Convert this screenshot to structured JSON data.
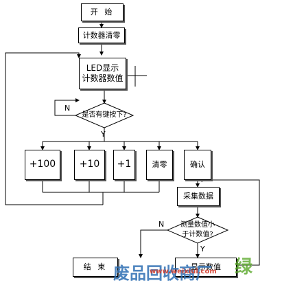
{
  "nodes": {
    "start": "开  始",
    "clear_counter": "计数器清零",
    "led_display": "LED显示\n计数器数值",
    "key_pressed": "是否有键按下?",
    "plus_100": "+100",
    "plus_10": "+10",
    "plus_1": "+1",
    "clear": "清零",
    "confirm": "确认",
    "collect_data": "采集数据",
    "compare": "测量数值小\n于计数值?",
    "end": "结  束",
    "display_value": "显示数值"
  },
  "edge_labels": {
    "key_no": "N",
    "key_yes": "Y",
    "compare_no": "N",
    "compare_yes": "Y"
  },
  "watermark": {
    "text": "废品回收商厂",
    "site": "www.weixiul.com",
    "logo": "绿"
  },
  "colors": {
    "line": "#000000",
    "watermark_blue": "#2f6fb3",
    "watermark_red": "#d23a2a",
    "watermark_green": "#5aa82a"
  }
}
